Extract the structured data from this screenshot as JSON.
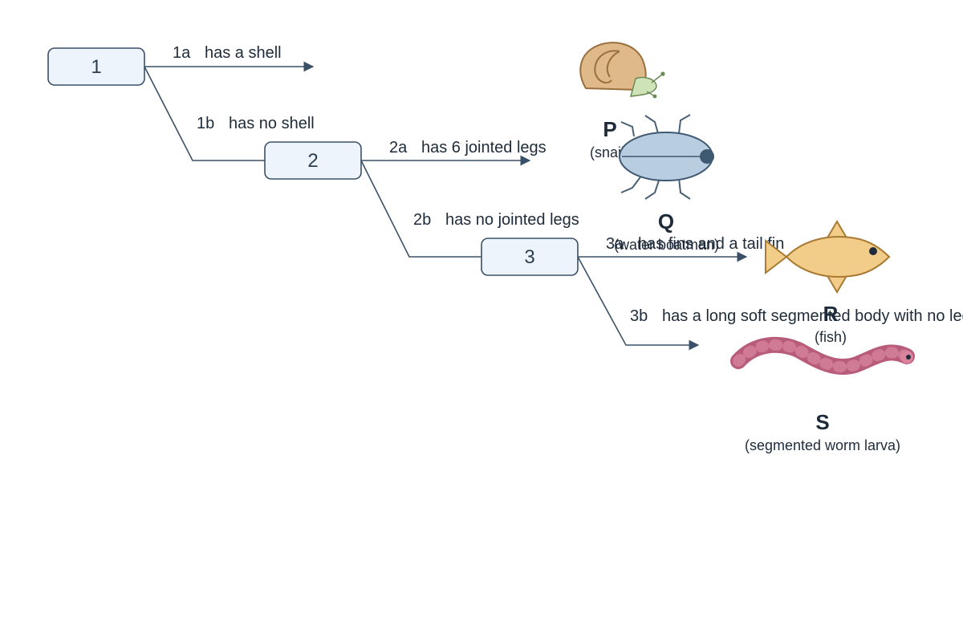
{
  "key_nodes": [
    {
      "id": "1"
    },
    {
      "id": "2"
    },
    {
      "id": "3"
    }
  ],
  "branches": [
    {
      "code": "1a",
      "text": "has a shell"
    },
    {
      "code": "1b",
      "text": "has no shell"
    },
    {
      "code": "2a",
      "text": "has 6 jointed legs"
    },
    {
      "code": "2b",
      "text": "has no jointed legs"
    },
    {
      "code": "3a",
      "text": "has fins and a tail fin"
    },
    {
      "code": "3b",
      "text": "has a long soft segmented body with no legs"
    }
  ],
  "organisms": [
    {
      "letter": "P",
      "common_name": "(snail)",
      "icon": "snail-icon",
      "colors": {
        "shell": "#dfb98a",
        "body": "#cfe3b8"
      }
    },
    {
      "letter": "Q",
      "common_name": "(water boatman)",
      "icon": "beetle-icon",
      "colors": {
        "body": "#b8cde0"
      }
    },
    {
      "letter": "R",
      "common_name": "(fish)",
      "icon": "fish-icon",
      "colors": {
        "body": "#f2cd8a"
      }
    },
    {
      "letter": "S",
      "common_name": "(segmented worm larva)",
      "icon": "worm-icon",
      "colors": {
        "body": "#b85c7a"
      }
    }
  ]
}
